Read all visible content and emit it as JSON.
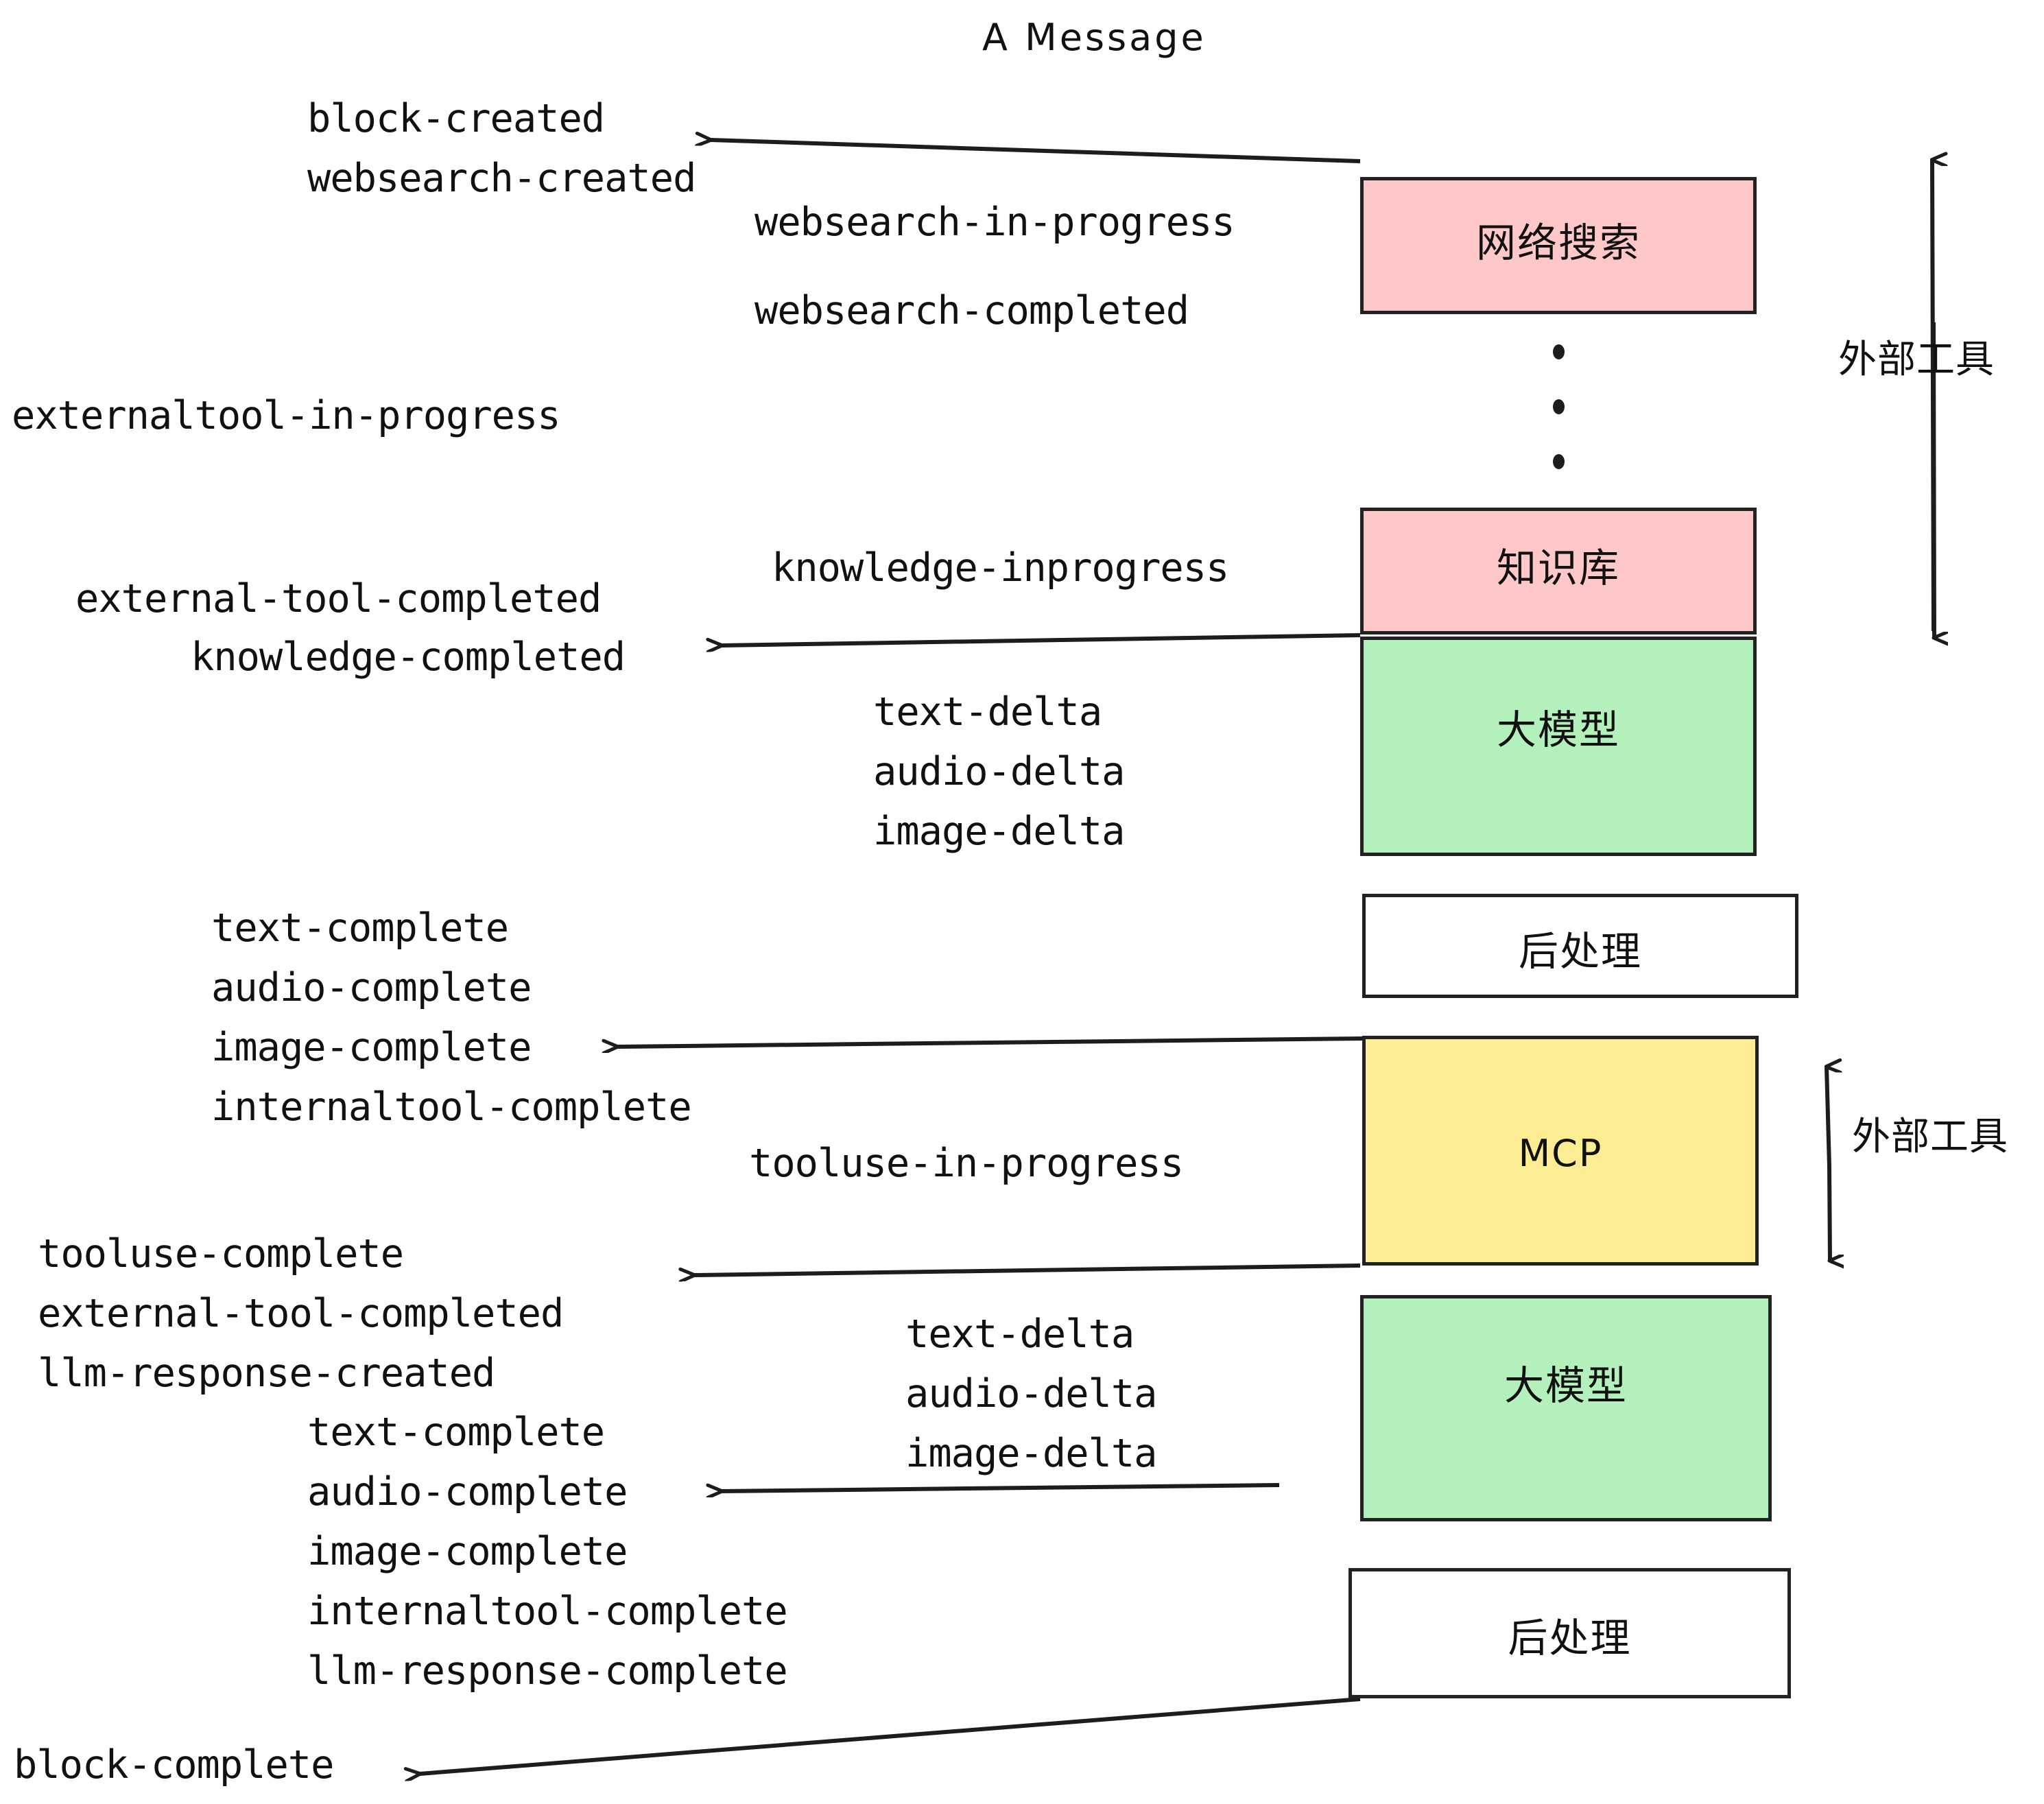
{
  "diagram": {
    "title": "A Message",
    "type": "sequence-flow",
    "background": "#ffffff",
    "colors": {
      "pink": "#ffc8c8",
      "green": "#b4f0bc",
      "yellow": "#fcec93",
      "white": "#ffffff",
      "stroke": "#222222",
      "text": "#111111"
    }
  },
  "nodes": [
    {
      "id": "websearch",
      "label": "网络搜索",
      "fill": "pink"
    },
    {
      "id": "knowledge",
      "label": "知识库",
      "fill": "pink"
    },
    {
      "id": "llm-1",
      "label": "大模型",
      "fill": "green"
    },
    {
      "id": "postprocess-1",
      "label": "后处理",
      "fill": "white"
    },
    {
      "id": "mcp",
      "label": "MCP",
      "fill": "yellow"
    },
    {
      "id": "llm-2",
      "label": "大模型",
      "fill": "green"
    },
    {
      "id": "postprocess-2",
      "label": "后处理",
      "fill": "white"
    }
  ],
  "side_labels": [
    {
      "id": "external-tool-top",
      "label": "外部工具"
    },
    {
      "id": "external-tool-bottom",
      "label": "外部工具"
    }
  ],
  "events": [
    {
      "id": "e01",
      "text": "block-created"
    },
    {
      "id": "e02",
      "text": "websearch-created"
    },
    {
      "id": "e03",
      "text": "websearch-in-progress"
    },
    {
      "id": "e04",
      "text": "websearch-completed"
    },
    {
      "id": "e05",
      "text": "externaltool-in-progress"
    },
    {
      "id": "e06",
      "text": "knowledge-inprogress"
    },
    {
      "id": "e07",
      "text": "external-tool-completed"
    },
    {
      "id": "e08",
      "text": "knowledge-completed"
    },
    {
      "id": "e09",
      "text": "text-delta"
    },
    {
      "id": "e10",
      "text": "audio-delta"
    },
    {
      "id": "e11",
      "text": "image-delta"
    },
    {
      "id": "e12",
      "text": "text-complete"
    },
    {
      "id": "e13",
      "text": "audio-complete"
    },
    {
      "id": "e14",
      "text": "image-complete"
    },
    {
      "id": "e15",
      "text": "internaltool-complete"
    },
    {
      "id": "e16",
      "text": "tooluse-in-progress"
    },
    {
      "id": "e17",
      "text": "tooluse-complete"
    },
    {
      "id": "e18",
      "text": "external-tool-completed"
    },
    {
      "id": "e19",
      "text": "llm-response-created"
    },
    {
      "id": "e20",
      "text": "text-delta"
    },
    {
      "id": "e21",
      "text": "audio-delta"
    },
    {
      "id": "e22",
      "text": "image-delta"
    },
    {
      "id": "e23",
      "text": "text-complete"
    },
    {
      "id": "e24",
      "text": "audio-complete"
    },
    {
      "id": "e25",
      "text": "image-complete"
    },
    {
      "id": "e26",
      "text": "internaltool-complete"
    },
    {
      "id": "e27",
      "text": "llm-response-complete"
    },
    {
      "id": "e28",
      "text": "block-complete"
    }
  ],
  "ellipsis": {
    "label": "vertical-ellipsis",
    "count": 3
  }
}
